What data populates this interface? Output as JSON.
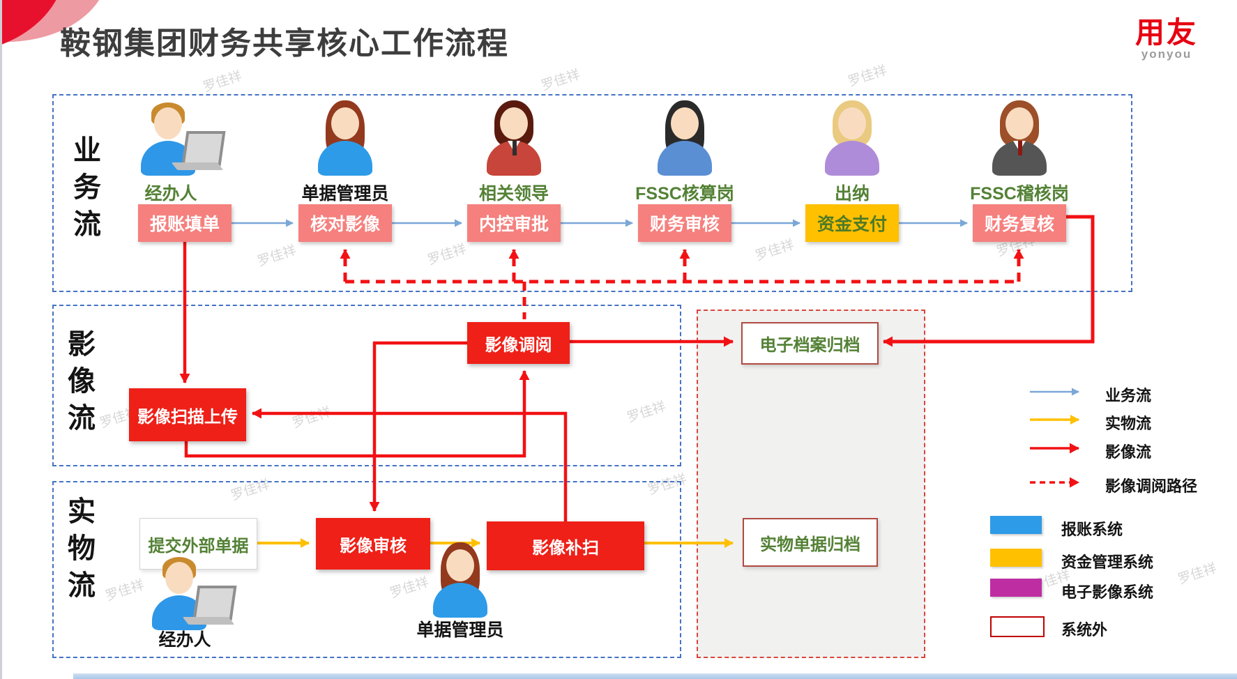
{
  "title": "鞍钢集团财务共享核心工作流程",
  "logo": {
    "name": "用友",
    "sub": "yonyou"
  },
  "watermark": {
    "text": "罗佳祥"
  },
  "lanes": {
    "business": {
      "label": "业务流"
    },
    "image": {
      "label": "影像流"
    },
    "physical": {
      "label": "实物流"
    }
  },
  "business": {
    "roles": [
      {
        "name": "经办人"
      },
      {
        "name": "单据管理员"
      },
      {
        "name": "相关领导"
      },
      {
        "name": "FSSC核算岗"
      },
      {
        "name": "出纳"
      },
      {
        "name": "FSSC稽核岗"
      }
    ],
    "steps": [
      {
        "label": "报账填单"
      },
      {
        "label": "核对影像"
      },
      {
        "label": "内控审批"
      },
      {
        "label": "财务审核"
      },
      {
        "label": "资金支付"
      },
      {
        "label": "财务复核"
      }
    ]
  },
  "image_flow": {
    "scan_upload": "影像扫描上传",
    "retrieve": "影像调阅",
    "e_archive": "电子档案归档"
  },
  "physical_flow": {
    "submit_external": "提交外部单据",
    "image_review": "影像审核",
    "image_rescan": "影像补扫",
    "physical_archive": "实物单据归档",
    "roles": [
      {
        "name": "经办人"
      },
      {
        "name": "单据管理员"
      }
    ]
  },
  "legend": {
    "flows": [
      {
        "label": "业务流",
        "style": "blue-solid"
      },
      {
        "label": "实物流",
        "style": "yellow-solid"
      },
      {
        "label": "影像流",
        "style": "red-solid"
      },
      {
        "label": "影像调阅路径",
        "style": "red-dashed"
      }
    ],
    "systems": [
      {
        "label": "报账系统",
        "color": "#2E9BE8"
      },
      {
        "label": "资金管理系统",
        "color": "#FFC000"
      },
      {
        "label": "电子影像系统",
        "color": "#BE2EA2"
      },
      {
        "label": "系统外",
        "color": "#FFFFFF",
        "border": "#C00000"
      }
    ]
  },
  "colors": {
    "business_step": "#F5807E",
    "payment_step": "#FFC000",
    "image_node": "#EE2018",
    "blue_arrow": "#7BA7D7",
    "yellow_arrow": "#FFC000",
    "red_arrow": "#F21114",
    "lane_border": "#4472C4",
    "green_text": "#538135",
    "logo_red": "#E60012"
  }
}
